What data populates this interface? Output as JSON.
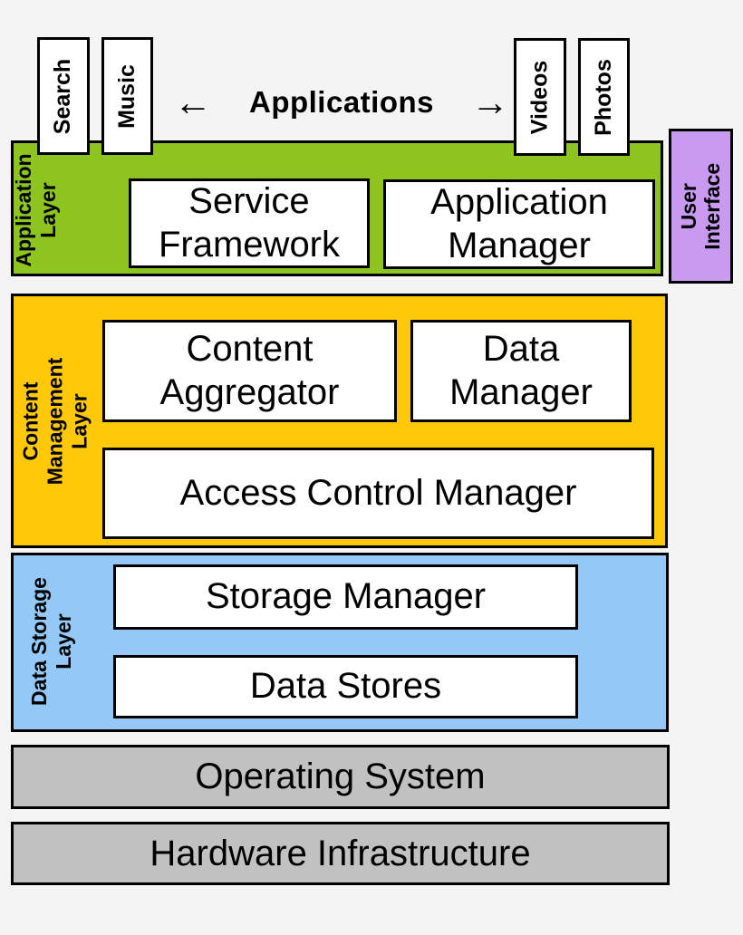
{
  "apps": {
    "caption": "Applications",
    "left_arrow": "←",
    "right_arrow": "→",
    "items_left": [
      {
        "label": "Search"
      },
      {
        "label": "Music"
      }
    ],
    "items_right": [
      {
        "label": "Videos"
      },
      {
        "label": "Photos"
      }
    ]
  },
  "user_interface": {
    "label": [
      "User",
      "Interface"
    ]
  },
  "layers": [
    {
      "name": "Application Layer",
      "label": [
        "Application",
        "Layer"
      ],
      "boxes": [
        {
          "label": [
            "Service",
            "Framework"
          ]
        },
        {
          "label": [
            "Application",
            "Manager"
          ]
        }
      ]
    },
    {
      "name": "Content Management Layer",
      "label": [
        "Content",
        "Management",
        "Layer"
      ],
      "boxes": [
        {
          "label": [
            "Content",
            "Aggregator"
          ]
        },
        {
          "label": [
            "Data",
            "Manager"
          ]
        },
        {
          "label": "Access Control Manager"
        }
      ]
    },
    {
      "name": "Data Storage Layer",
      "label": [
        "Data Storage",
        "Layer"
      ],
      "boxes": [
        {
          "label": "Storage Manager"
        },
        {
          "label": "Data Stores"
        }
      ]
    }
  ],
  "base_bars": [
    {
      "label": "Operating System"
    },
    {
      "label": "Hardware Infrastructure"
    }
  ],
  "colors": {
    "background": "#f4f4f4",
    "application_layer": "#8dc41f",
    "content_management_layer": "#ffc808",
    "data_storage_layer": "#94c9f7",
    "user_interface": "#c89af0",
    "base_bar": "#c1c1c1",
    "box_fill": "#ffffff",
    "border_and_text": "#000000"
  }
}
